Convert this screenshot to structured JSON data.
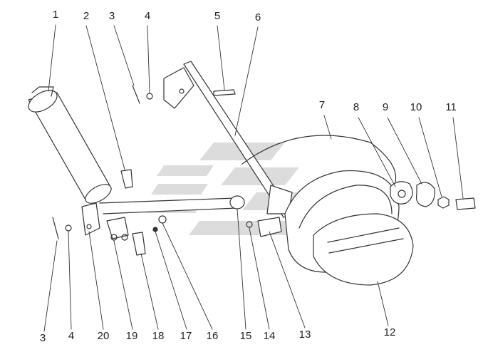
{
  "diagram": {
    "type": "exploded-parts-view",
    "labels_top": [
      "1",
      "2",
      "3",
      "4",
      "5",
      "6"
    ],
    "labels_right": [
      "7",
      "8",
      "9",
      "10",
      "11"
    ],
    "labels_bottom": [
      "3",
      "4",
      "20",
      "19",
      "18",
      "17",
      "16",
      "15",
      "14",
      "13",
      "12"
    ]
  },
  "colors": {
    "line": "#333333",
    "watermark": "#d0d0d0",
    "fill": "#ffffff"
  }
}
